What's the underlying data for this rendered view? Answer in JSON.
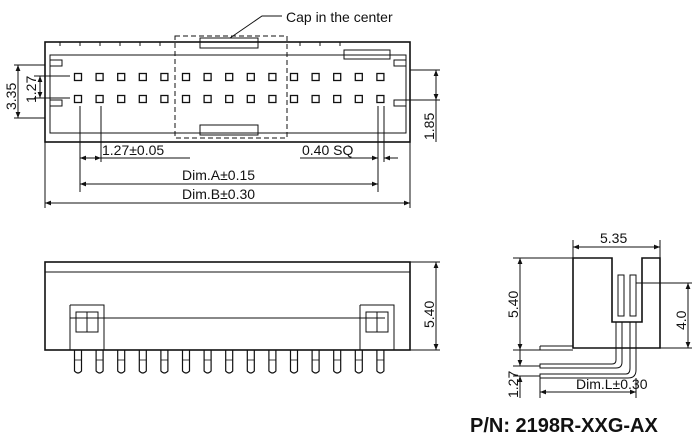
{
  "callout": {
    "cap_label": "Cap in the center"
  },
  "top_view": {
    "dim_3_35": "3.35",
    "dim_1_27_left": "1.27",
    "dim_1_85": "1.85",
    "dim_pitch": "1.27±0.05",
    "dim_pin_sq": "0.40 SQ",
    "dim_a": "Dim.A±0.15",
    "dim_b": "Dim.B±0.30"
  },
  "front_view": {
    "dim_height": "5.40"
  },
  "side_view": {
    "dim_width": "5.35",
    "dim_height": "5.40",
    "dim_4_0": "4.0",
    "dim_tail": "1.27",
    "dim_l": "Dim.L±0.30"
  },
  "part_number": "P/N: 2198R-XXG-AX"
}
